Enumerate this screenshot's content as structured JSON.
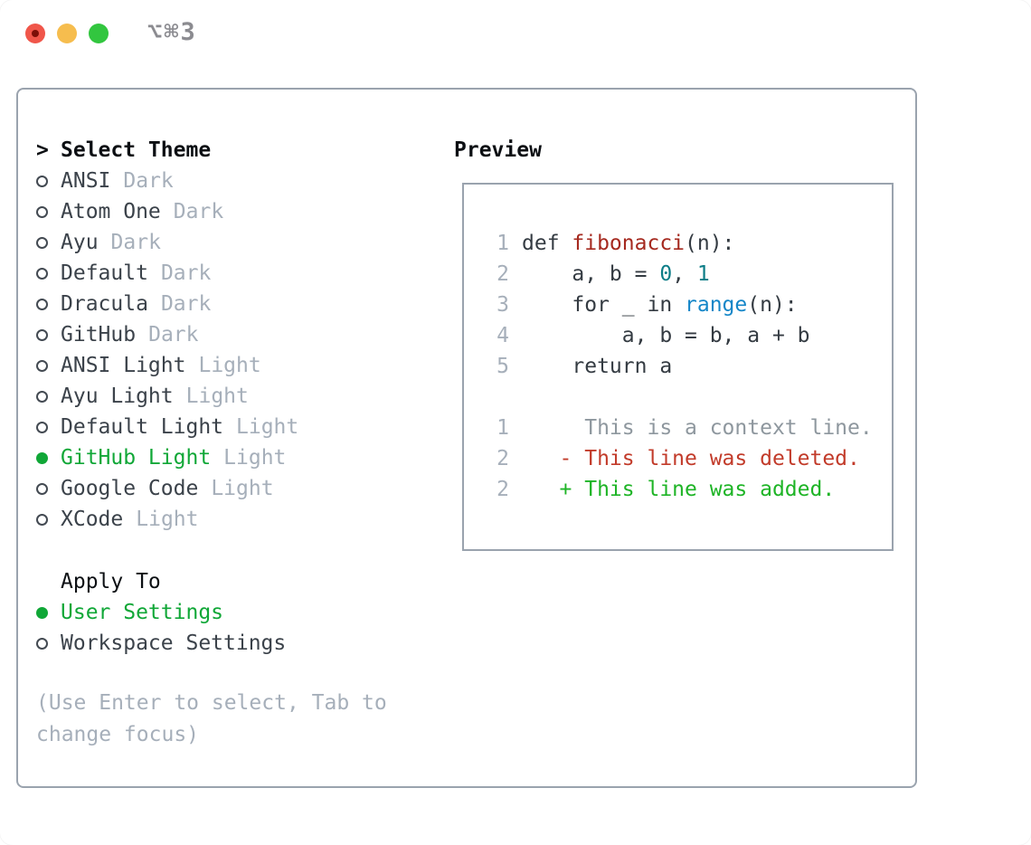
{
  "window": {
    "title": "⌥⌘3"
  },
  "theme_panel": {
    "header": {
      "prompt": ">",
      "label": "Select Theme"
    },
    "themes": [
      {
        "name": "ANSI",
        "variant": "Dark",
        "selected": false
      },
      {
        "name": "Atom One",
        "variant": "Dark",
        "selected": false
      },
      {
        "name": "Ayu",
        "variant": "Dark",
        "selected": false
      },
      {
        "name": "Default",
        "variant": "Dark",
        "selected": false
      },
      {
        "name": "Dracula",
        "variant": "Dark",
        "selected": false
      },
      {
        "name": "GitHub",
        "variant": "Dark",
        "selected": false
      },
      {
        "name": "ANSI Light",
        "variant": "Light",
        "selected": false
      },
      {
        "name": "Ayu Light",
        "variant": "Light",
        "selected": false
      },
      {
        "name": "Default Light",
        "variant": "Light",
        "selected": false
      },
      {
        "name": "GitHub Light",
        "variant": "Light",
        "selected": true
      },
      {
        "name": "Google Code",
        "variant": "Light",
        "selected": false
      },
      {
        "name": "XCode",
        "variant": "Light",
        "selected": false
      }
    ],
    "apply_to": {
      "label": "Apply To",
      "options": [
        {
          "label": "User Settings",
          "selected": true
        },
        {
          "label": "Workspace Settings",
          "selected": false
        }
      ]
    },
    "hint": "(Use Enter to select, Tab to change focus)"
  },
  "preview": {
    "label": "Preview",
    "code_lines": [
      {
        "number": "1",
        "tokens": [
          {
            "text": "def ",
            "style": "code"
          },
          {
            "text": "fibonacci",
            "style": "function"
          },
          {
            "text": "(n):",
            "style": "code"
          }
        ]
      },
      {
        "number": "2",
        "tokens": [
          {
            "text": "    a, b = ",
            "style": "code"
          },
          {
            "text": "0",
            "style": "number"
          },
          {
            "text": ", ",
            "style": "code"
          },
          {
            "text": "1",
            "style": "number"
          }
        ]
      },
      {
        "number": "3",
        "tokens": [
          {
            "text": "    for _ in ",
            "style": "code"
          },
          {
            "text": "range",
            "style": "builtin"
          },
          {
            "text": "(n):",
            "style": "code"
          }
        ]
      },
      {
        "number": "4",
        "tokens": [
          {
            "text": "        a, b = b, a + b",
            "style": "code"
          }
        ]
      },
      {
        "number": "5",
        "tokens": [
          {
            "text": "    return a",
            "style": "code"
          }
        ]
      }
    ],
    "diff_lines": [
      {
        "number": "1",
        "text": "     This is a context line.",
        "style": "context"
      },
      {
        "number": "2",
        "text": "   - This line was deleted.",
        "style": "deleted"
      },
      {
        "number": "2",
        "text": "   + This line was added.",
        "style": "added"
      }
    ]
  },
  "colors": {
    "accent_green": "#10a737",
    "muted_gray": "#a6afba",
    "text_dark": "#3b424a",
    "heading_black": "#0c0f13",
    "border_gray": "#9aa3ae",
    "code_default": "#343b42",
    "function_red": "#a5291f",
    "number_teal": "#0d7d87",
    "builtin_blue": "#1486c8",
    "diff_context_gray": "#8e979e",
    "diff_deleted_red": "#c23b2a",
    "diff_added_green": "#1eb426",
    "traffic_red": "#f0564a",
    "traffic_yellow": "#f6bd4e",
    "traffic_green": "#32c63f"
  }
}
